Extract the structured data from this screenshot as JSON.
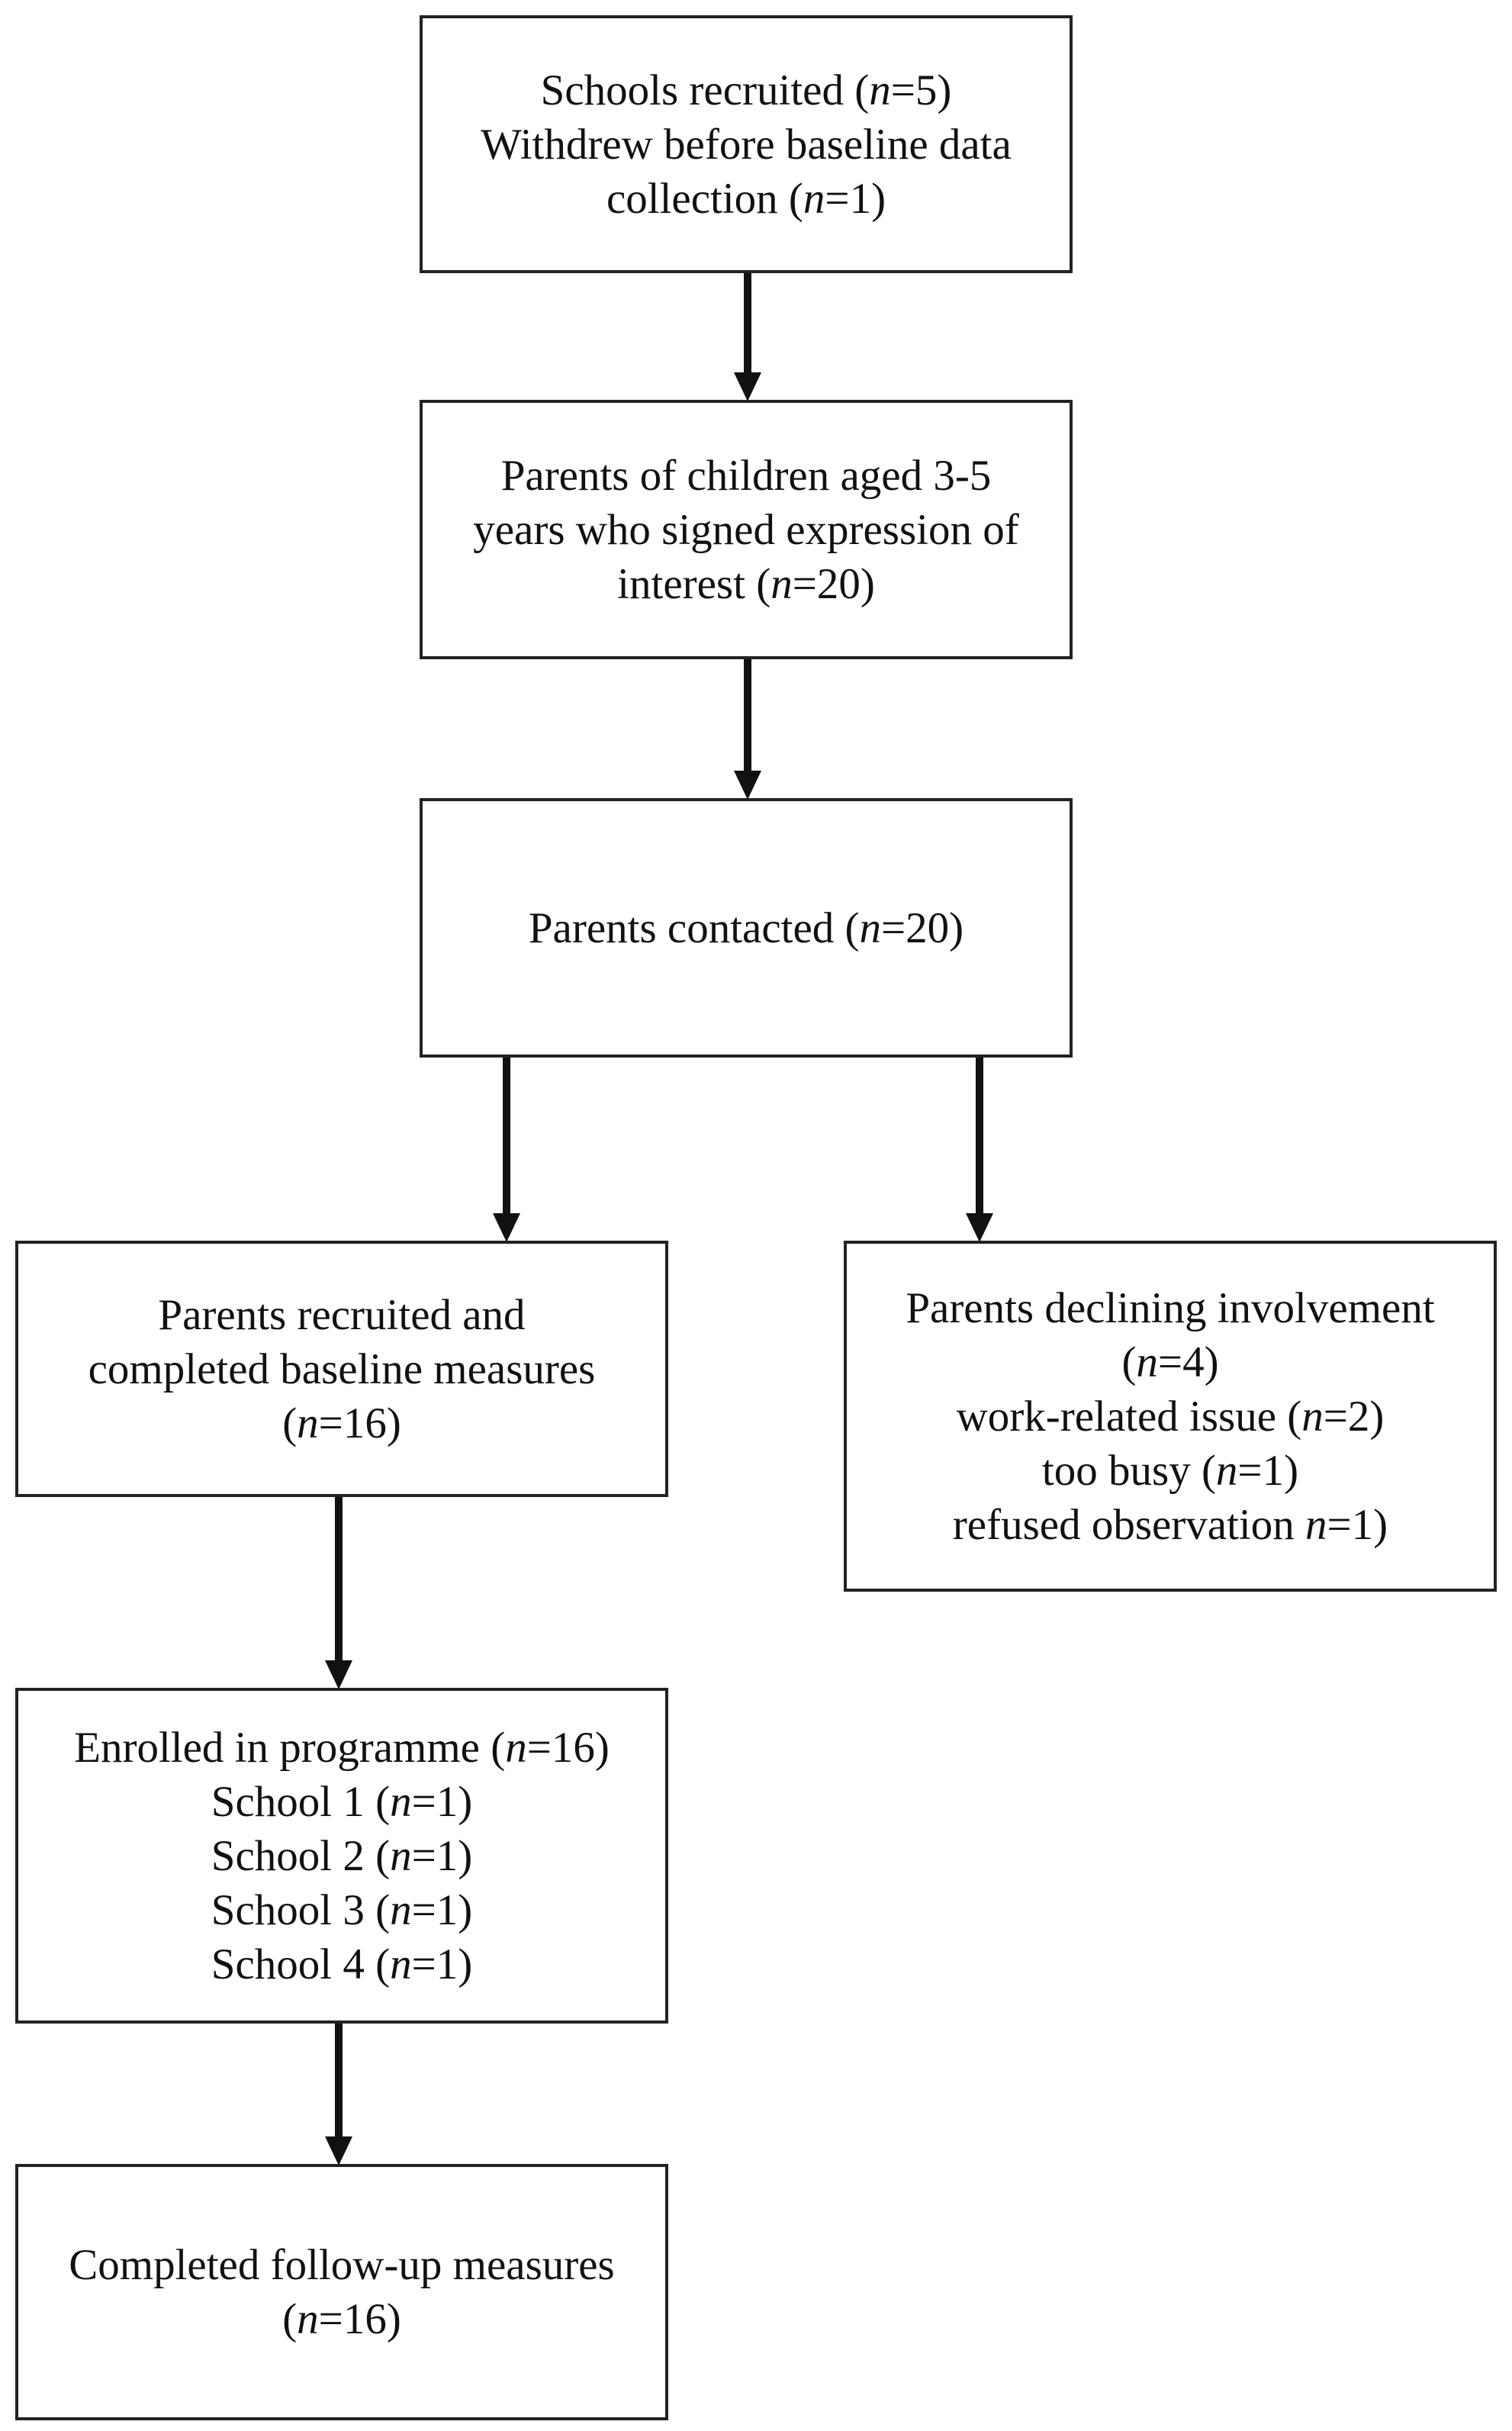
{
  "boxes": {
    "schools": {
      "lines": [
        "Schools recruited (<i>n</i>=5)",
        "Withdrew before baseline data",
        "collection (<i>n</i>=1)"
      ]
    },
    "interest": {
      "lines": [
        "Parents of children aged 3-5",
        "years who signed expression of",
        "interest (<i>n</i>=20)"
      ]
    },
    "contacted": {
      "lines": [
        "Parents contacted (<i>n</i>=20)"
      ]
    },
    "recruited": {
      "lines": [
        "Parents recruited and",
        "completed baseline measures",
        "(<i>n</i>=16)"
      ]
    },
    "declining": {
      "lines": [
        "Parents declining involvement",
        "(<i>n</i>=4)",
        "work-related issue (<i>n</i>=2)",
        "too busy (<i>n</i>=1)",
        "refused observation <i>n</i>=1)"
      ]
    },
    "enrolled": {
      "lines": [
        "Enrolled in programme (<i>n</i>=16)",
        "School 1 (<i>n</i>=1)",
        "School 2 (<i>n</i>=1)",
        "School 3 (<i>n</i>=1)",
        "School 4 (<i>n</i>=1)"
      ]
    },
    "followup": {
      "lines": [
        "Completed follow-up measures",
        "(<i>n</i>=16)"
      ]
    }
  }
}
